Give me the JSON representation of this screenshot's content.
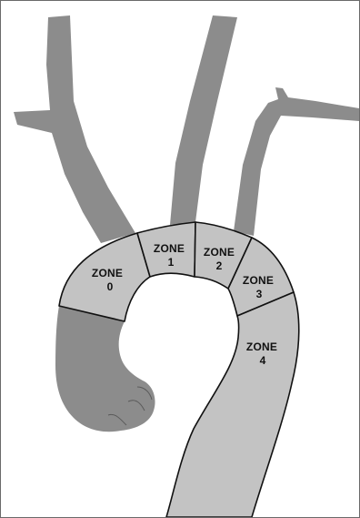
{
  "diagram": {
    "colors": {
      "vessel": "#8c8c8c",
      "zone_fill": "#c3c3c3",
      "zone_outline": "#111111",
      "background": "#ffffff"
    },
    "zones": [
      {
        "word": "ZONE",
        "number": "0"
      },
      {
        "word": "ZONE",
        "number": "1"
      },
      {
        "word": "ZONE",
        "number": "2"
      },
      {
        "word": "ZONE",
        "number": "3"
      },
      {
        "word": "ZONE",
        "number": "4"
      }
    ]
  }
}
